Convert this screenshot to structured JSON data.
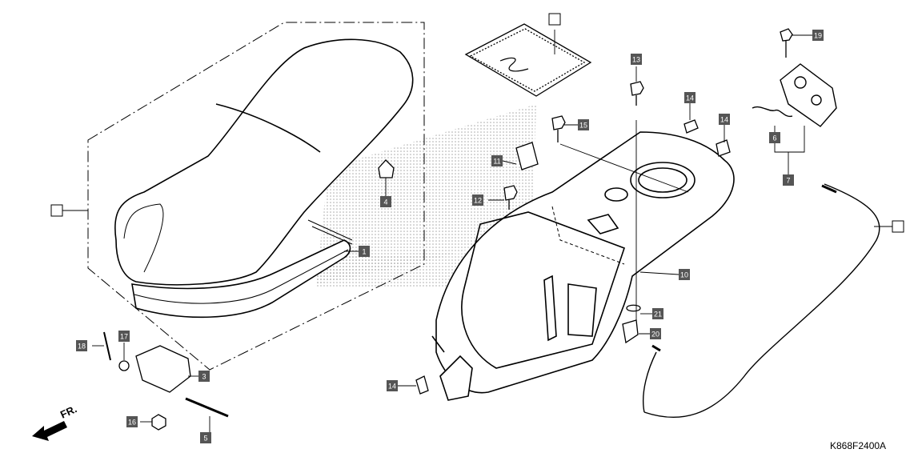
{
  "figure_code": "K868F2400A",
  "direction_label": "FR.",
  "callouts": [
    {
      "id": "1",
      "label": "1"
    },
    {
      "id": "3",
      "label": "3"
    },
    {
      "id": "4",
      "label": "4"
    },
    {
      "id": "5",
      "label": "5"
    },
    {
      "id": "6",
      "label": "6"
    },
    {
      "id": "7",
      "label": "7"
    },
    {
      "id": "10",
      "label": "10"
    },
    {
      "id": "11",
      "label": "11"
    },
    {
      "id": "12",
      "label": "12"
    },
    {
      "id": "13",
      "label": "13"
    },
    {
      "id": "14a",
      "label": "14"
    },
    {
      "id": "14b",
      "label": "14"
    },
    {
      "id": "14c",
      "label": "14"
    },
    {
      "id": "15",
      "label": "15"
    },
    {
      "id": "16",
      "label": "16"
    },
    {
      "id": "17",
      "label": "17"
    },
    {
      "id": "18",
      "label": "18"
    },
    {
      "id": "19",
      "label": "19"
    },
    {
      "id": "20",
      "label": "20"
    },
    {
      "id": "21",
      "label": "21"
    }
  ],
  "blank_callouts": [
    "seat-assembly",
    "document-bag",
    "seat-cable"
  ],
  "colors": {
    "line": "#000000",
    "callout_fill": "#555555",
    "watermark": "#c8c8c8"
  }
}
